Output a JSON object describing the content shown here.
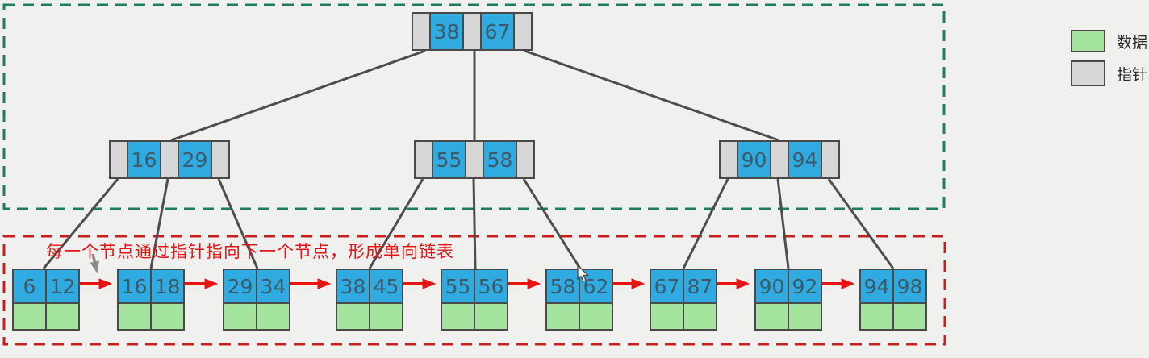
{
  "diagram": {
    "type": "b-plus-tree-with-leaf-linked-list",
    "annotation_text": "每一个节点通过指针指向下一个节点，形成单向链表",
    "legend": {
      "items": [
        {
          "label": "数据",
          "swatch": "green"
        },
        {
          "label": "指针",
          "swatch": "gray"
        }
      ]
    },
    "tree": {
      "root": {
        "keys": [
          "38",
          "67"
        ]
      },
      "internal_nodes": [
        {
          "keys": [
            "16",
            "29"
          ]
        },
        {
          "keys": [
            "55",
            "58"
          ]
        },
        {
          "keys": [
            "90",
            "94"
          ]
        }
      ],
      "leaf_nodes": [
        {
          "keys": [
            "6",
            "12"
          ]
        },
        {
          "keys": [
            "16",
            "18"
          ]
        },
        {
          "keys": [
            "29",
            "34"
          ]
        },
        {
          "keys": [
            "38",
            "45"
          ]
        },
        {
          "keys": [
            "55",
            "56"
          ]
        },
        {
          "keys": [
            "58",
            "62"
          ]
        },
        {
          "keys": [
            "67",
            "87"
          ]
        },
        {
          "keys": [
            "90",
            "92"
          ]
        },
        {
          "keys": [
            "94",
            "98"
          ]
        }
      ]
    },
    "colors": {
      "key_cell": "#30abe2",
      "data_cell": "#a5e49e",
      "pointer_cell": "#d7d7d7",
      "tree_outline": "#1e7d60",
      "list_outline": "#cb1f1f",
      "link_arrow": "#e81414",
      "annotation_text": "#e31515",
      "edge_line": "#4d4d4d"
    }
  }
}
